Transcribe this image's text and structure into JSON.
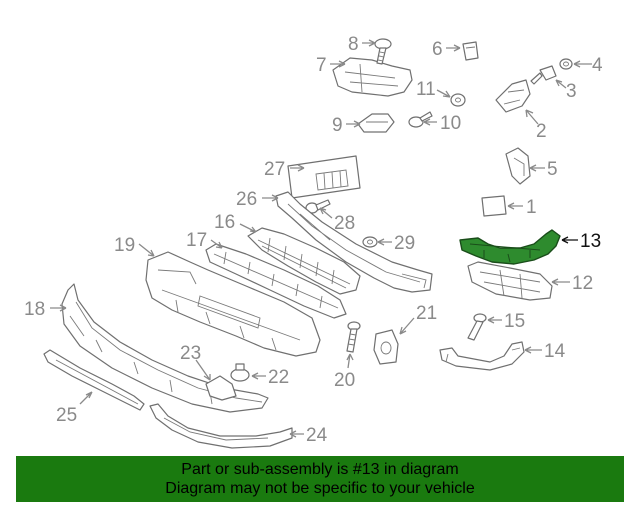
{
  "labels": [
    "1",
    "2",
    "3",
    "4",
    "5",
    "6",
    "7",
    "8",
    "9",
    "10",
    "11",
    "12",
    "13",
    "14",
    "15",
    "16",
    "17",
    "18",
    "19",
    "20",
    "21",
    "22",
    "23",
    "24",
    "25",
    "26",
    "27",
    "28",
    "29"
  ],
  "highlighted": "13",
  "highlight_color": "#2e8b2e",
  "banner": {
    "line1": "Part or sub-assembly is #13 in diagram",
    "line2": "Diagram may not be specific to your vehicle",
    "background": "#1a7a0f"
  }
}
